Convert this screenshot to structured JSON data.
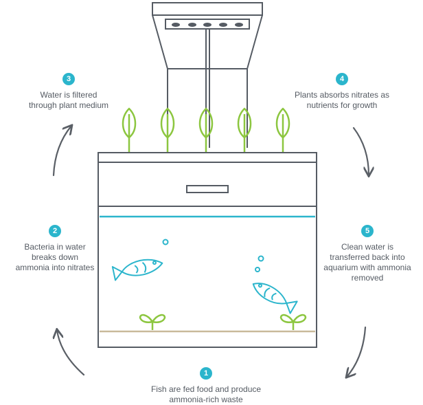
{
  "colors": {
    "accent": "#2bb5cc",
    "plant": "#8cc63f",
    "outline": "#555b63",
    "arrow": "#5a5f66",
    "gravel": "#c9b99a"
  },
  "steps": [
    {
      "number": "1",
      "text": "Fish are fed food and produce\nammonia-rich waste"
    },
    {
      "number": "2",
      "text": "Bacteria in water\nbreaks down\nammonia into nitrates"
    },
    {
      "number": "3",
      "text": "Water is filtered\nthrough plant medium"
    },
    {
      "number": "4",
      "text": "Plants absorbs nitrates as\nnutrients for growth"
    },
    {
      "number": "5",
      "text": "Clean water is\ntransferred back into\naquarium with ammonia\nremoved"
    }
  ],
  "icons": {
    "grow_light": "grow-light-icon",
    "plant": "leaf-sprout-icon",
    "fish": "fish-icon",
    "bubble": "bubble-icon",
    "seedling": "seedling-icon",
    "cycle_arrow": "curved-arrow-icon"
  }
}
